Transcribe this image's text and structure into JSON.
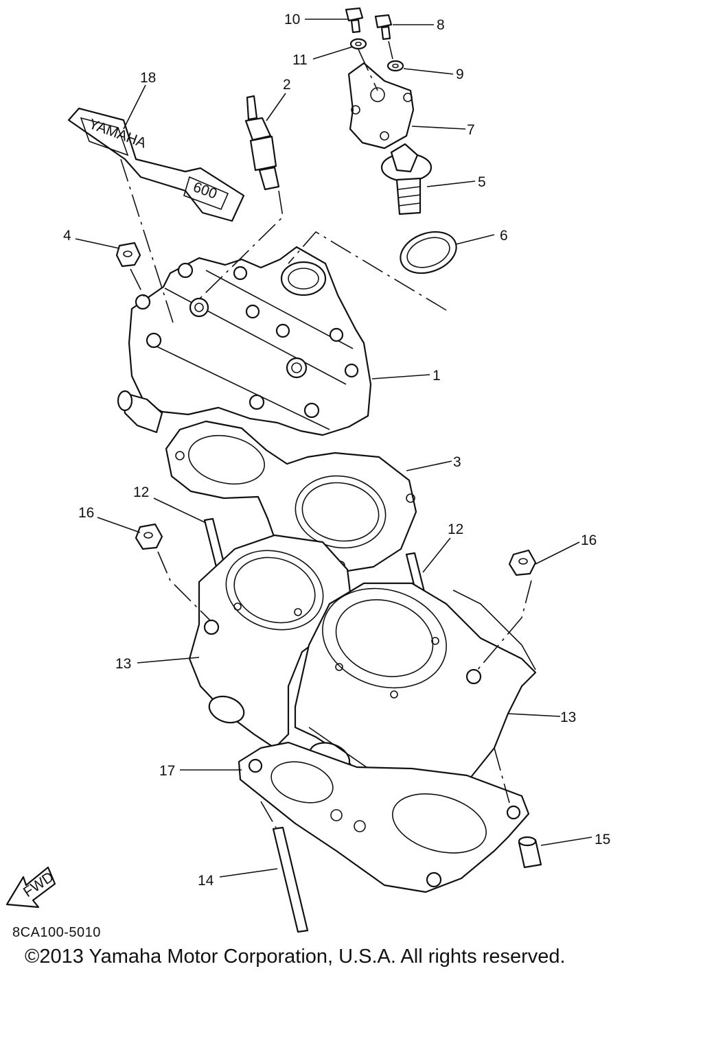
{
  "labels": {
    "l1": "1",
    "l2": "2",
    "l3": "3",
    "l4": "4",
    "l5": "5",
    "l6": "6",
    "l7": "7",
    "l8": "8",
    "l9": "9",
    "l10": "10",
    "l11": "11",
    "l12a": "12",
    "l12b": "12",
    "l13a": "13",
    "l13b": "13",
    "l14": "14",
    "l15": "15",
    "l16a": "16",
    "l16b": "16",
    "l17": "17",
    "l18": "18"
  },
  "decal": {
    "brand": "YAMAHA",
    "model": "600"
  },
  "fwd_marker": "FWD",
  "footer": {
    "diagram_code": "8CA100-5010",
    "copyright": "©2013 Yamaha Motor Corporation, U.S.A. All rights reserved."
  }
}
